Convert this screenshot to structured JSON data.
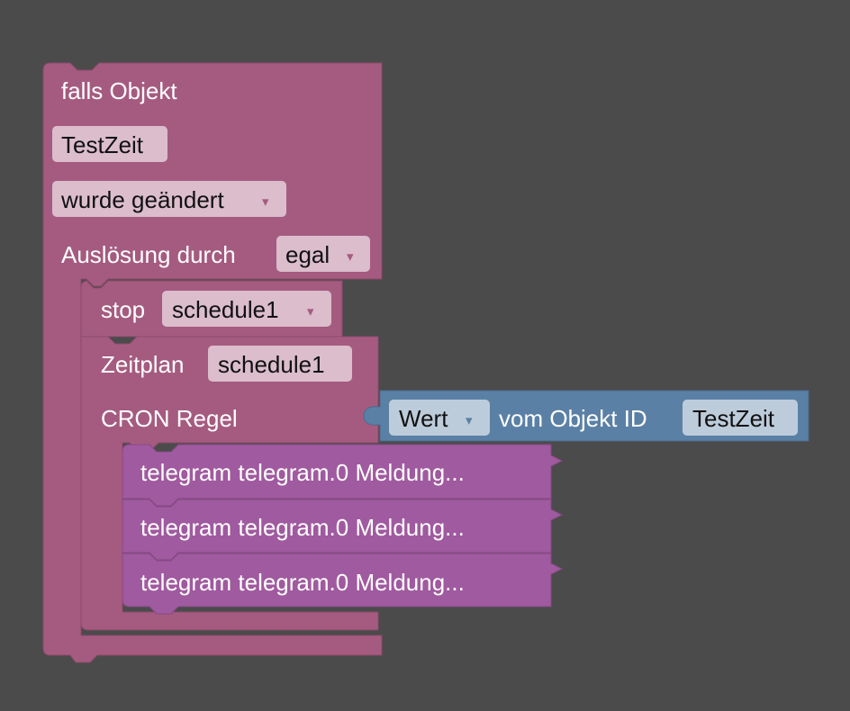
{
  "colors": {
    "background": "#4b4b4b",
    "trigger_block": "#a55b80",
    "trigger_field": "#dbbdcc",
    "telegram_block": "#a05a9f",
    "value_block": "#5b80a5",
    "value_field": "#bdccdb"
  },
  "trigger_block": {
    "title": "falls Objekt",
    "object_field": "TestZeit",
    "condition_dropdown": "wurde geändert",
    "trigger_label": "Auslösung durch",
    "trigger_dropdown": "egal"
  },
  "stop_block": {
    "label": "stop",
    "schedule_dropdown": "schedule1"
  },
  "schedule_block": {
    "label": "Zeitplan",
    "schedule_name": "schedule1",
    "cron_label": "CRON Regel"
  },
  "value_block": {
    "dropdown": "Wert",
    "label": "vom Objekt ID",
    "object_field": "TestZeit"
  },
  "telegram_blocks": [
    {
      "label": "telegram telegram.0 Meldung..."
    },
    {
      "label": "telegram telegram.0 Meldung..."
    },
    {
      "label": "telegram telegram.0 Meldung..."
    }
  ],
  "icons": {
    "dropdown_arrow": "▾"
  }
}
